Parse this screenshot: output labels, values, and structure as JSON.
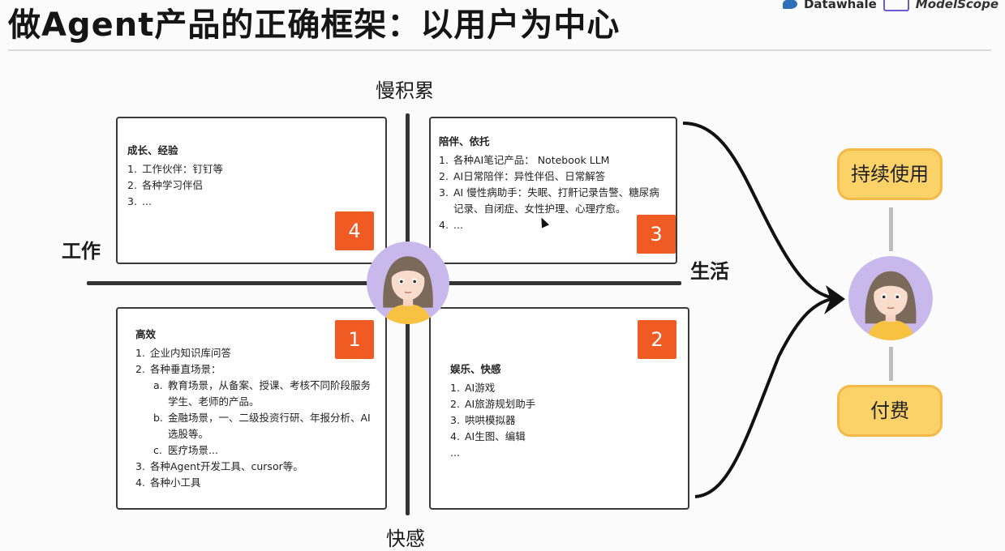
{
  "header": {
    "title": "做Agent产品的正确框架：以用户为中心",
    "logo_datawhale": "Datawhale",
    "logo_modelscope": "ModelScope"
  },
  "axes": {
    "top": "慢积累",
    "bottom": "快感",
    "left": "工作",
    "right": "生活"
  },
  "quadrants": {
    "q4": {
      "badge": "4",
      "title": "成长、经验",
      "items": [
        {
          "n": "1.",
          "t": "工作伙伴：钉钉等"
        },
        {
          "n": "2.",
          "t": "各种学习伴侣"
        },
        {
          "n": "3.",
          "t": "..."
        }
      ]
    },
    "q3": {
      "badge": "3",
      "title": "陪伴、依托",
      "items": [
        {
          "n": "1.",
          "t": "各种AI笔记产品： Notebook LLM"
        },
        {
          "n": "2.",
          "t": "AI日常陪伴：异性伴侣、日常解答"
        },
        {
          "n": "3.",
          "t": "AI 慢性病助手：失眠、打鼾记录告警、糖尿病记录、自闭症、女性护理、心理疗愈。"
        },
        {
          "n": "4.",
          "t": "..."
        }
      ]
    },
    "q1": {
      "badge": "1",
      "title": "高效",
      "items": [
        {
          "n": "1.",
          "t": "企业内知识库问答"
        },
        {
          "n": "2.",
          "t": "各种垂直场景："
        }
      ],
      "sub_items": [
        {
          "n": "a.",
          "t": "教育场景，从备案、授课、考核不同阶段服务学生、老师的产品。"
        },
        {
          "n": "b.",
          "t": "金融场景，一、二级投资行研、年报分析、AI选股等。"
        },
        {
          "n": "c.",
          "t": "医疗场景..."
        }
      ],
      "items_after": [
        {
          "n": "3.",
          "t": "各种Agent开发工具、cursor等。"
        },
        {
          "n": "4.",
          "t": "各种小工具"
        }
      ]
    },
    "q2": {
      "badge": "2",
      "title": "娱乐、快感",
      "items": [
        {
          "n": "1.",
          "t": "AI游戏"
        },
        {
          "n": "2.",
          "t": "AI旅游规划助手"
        },
        {
          "n": "3.",
          "t": "哄哄模拟器"
        },
        {
          "n": "4.",
          "t": "AI生图、编辑"
        }
      ],
      "ellipsis": "..."
    }
  },
  "outcomes": {
    "top": "持续使用",
    "bottom": "付费"
  },
  "colors": {
    "badge": "#f05a23",
    "pill_fill": "#fbd268",
    "pill_border": "#f5b94a",
    "avatar_ring": "#c9b8ec",
    "hair": "#7b6a5a",
    "shirt": "#f7c242"
  },
  "icons": [
    "avatar-center",
    "avatar-right",
    "arrow-top",
    "arrow-bottom",
    "cursor-icon"
  ]
}
